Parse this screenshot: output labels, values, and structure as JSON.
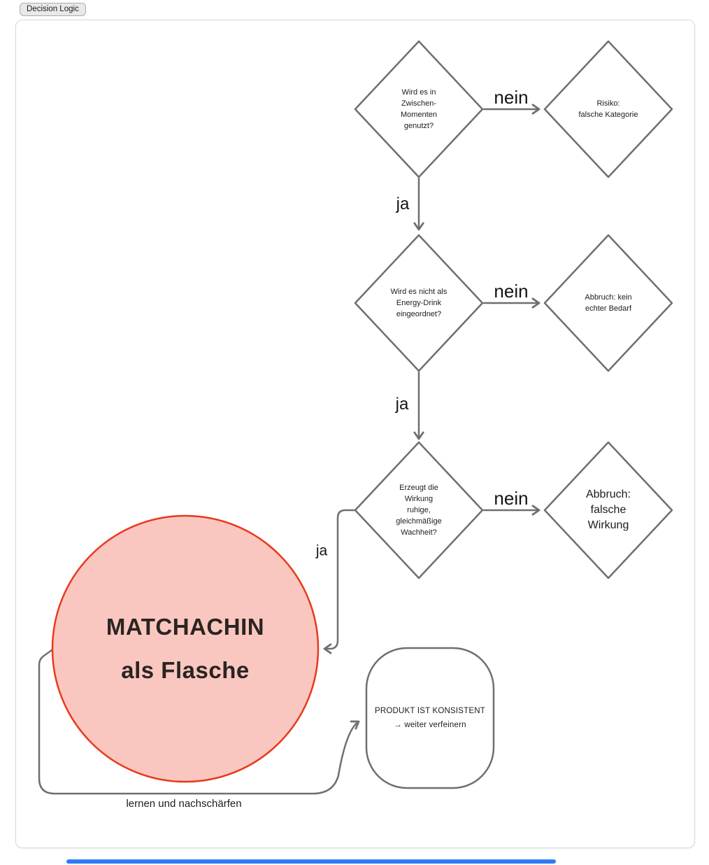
{
  "app": {
    "badge": "Decision Logic"
  },
  "colors": {
    "shape_stroke": "#6f6f6f",
    "circle_fill": "#fac7c0",
    "circle_stroke": "#e8391c",
    "accent_bar": "#2e7cf5"
  },
  "flowchart": {
    "decisions": [
      {
        "id": "d1",
        "label": "Wird es in\nZwischen-\nMomenten\ngenutzt?"
      },
      {
        "id": "d2",
        "label": "Wird es nicht als\nEnergy-Drink\neingeordnet?"
      },
      {
        "id": "d3",
        "label": "Erzeugt die\nWirkung\nruhige,\ngleichmäßige\nWachheit?"
      }
    ],
    "outcomes": [
      {
        "id": "r1",
        "label": "Risiko:\nfalsche Kategorie"
      },
      {
        "id": "r2",
        "label": "Abbruch: kein\nechter Bedarf"
      },
      {
        "id": "r3",
        "label": "Abbruch:\nfalsche\nWirkung"
      }
    ],
    "edge_labels": {
      "yes": "ja",
      "no": "nein",
      "loop": "lernen und nachschärfen"
    },
    "terminal": {
      "label": "MATCHACHIN\nals Flasche"
    },
    "result_box": {
      "label": "PRODUKT IST KONSISTENT\n→ weiter verfeinern"
    }
  }
}
